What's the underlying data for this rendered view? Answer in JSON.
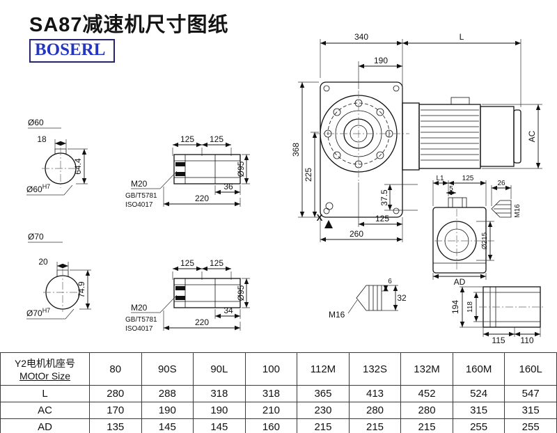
{
  "header": {
    "title": "SA87减速机尺寸图纸",
    "logo": "BOSERL"
  },
  "dw": {
    "main": {
      "d340": "340",
      "L": "L",
      "d190": "190",
      "d368": "368",
      "d225": "225",
      "AC": "AC",
      "d375": "37.5",
      "d125": "125",
      "d260": "260",
      "X": "X"
    },
    "b60": {
      "label": "Ø60",
      "key": "18",
      "h": "64.4",
      "fit": "Ø60",
      "sup": "H7"
    },
    "b70": {
      "label": "Ø70",
      "key": "20",
      "h": "74.9",
      "fit": "Ø70",
      "sup": "H7"
    },
    "s1": {
      "l1": "125",
      "l2": "125",
      "thread": "M20",
      "std1": "GB/T5781",
      "std2": "ISO4017",
      "step": "36",
      "total": "220",
      "dia": "Ø95"
    },
    "s2": {
      "l1": "125",
      "l2": "125",
      "thread": "M20",
      "std1": "GB/T5781",
      "std2": "ISO4017",
      "step": "34",
      "total": "220",
      "dia": "Ø95"
    },
    "sv": {
      "L1": "L1",
      "d125": "125",
      "d5": "5",
      "d26": "26",
      "m16": "M16",
      "d215": "Ø215",
      "AD": "AD"
    },
    "plug": {
      "d6": "6",
      "d32": "32",
      "m16": "M16"
    },
    "bv": {
      "d194": "194",
      "d118": "118",
      "d115": "115",
      "d110": "110"
    }
  },
  "table": {
    "header_cn": "Y2电机机座号",
    "header_en": "MOtOr Size",
    "columns": [
      "80",
      "90S",
      "90L",
      "100",
      "112M",
      "132S",
      "132M",
      "160M",
      "160L"
    ],
    "rows": [
      {
        "label": "L",
        "values": [
          "280",
          "288",
          "318",
          "318",
          "365",
          "413",
          "452",
          "524",
          "547"
        ]
      },
      {
        "label": "AC",
        "values": [
          "170",
          "190",
          "190",
          "210",
          "230",
          "280",
          "280",
          "315",
          "315"
        ]
      },
      {
        "label": "AD",
        "values": [
          "135",
          "145",
          "145",
          "160",
          "215",
          "215",
          "215",
          "255",
          "255"
        ]
      }
    ]
  }
}
